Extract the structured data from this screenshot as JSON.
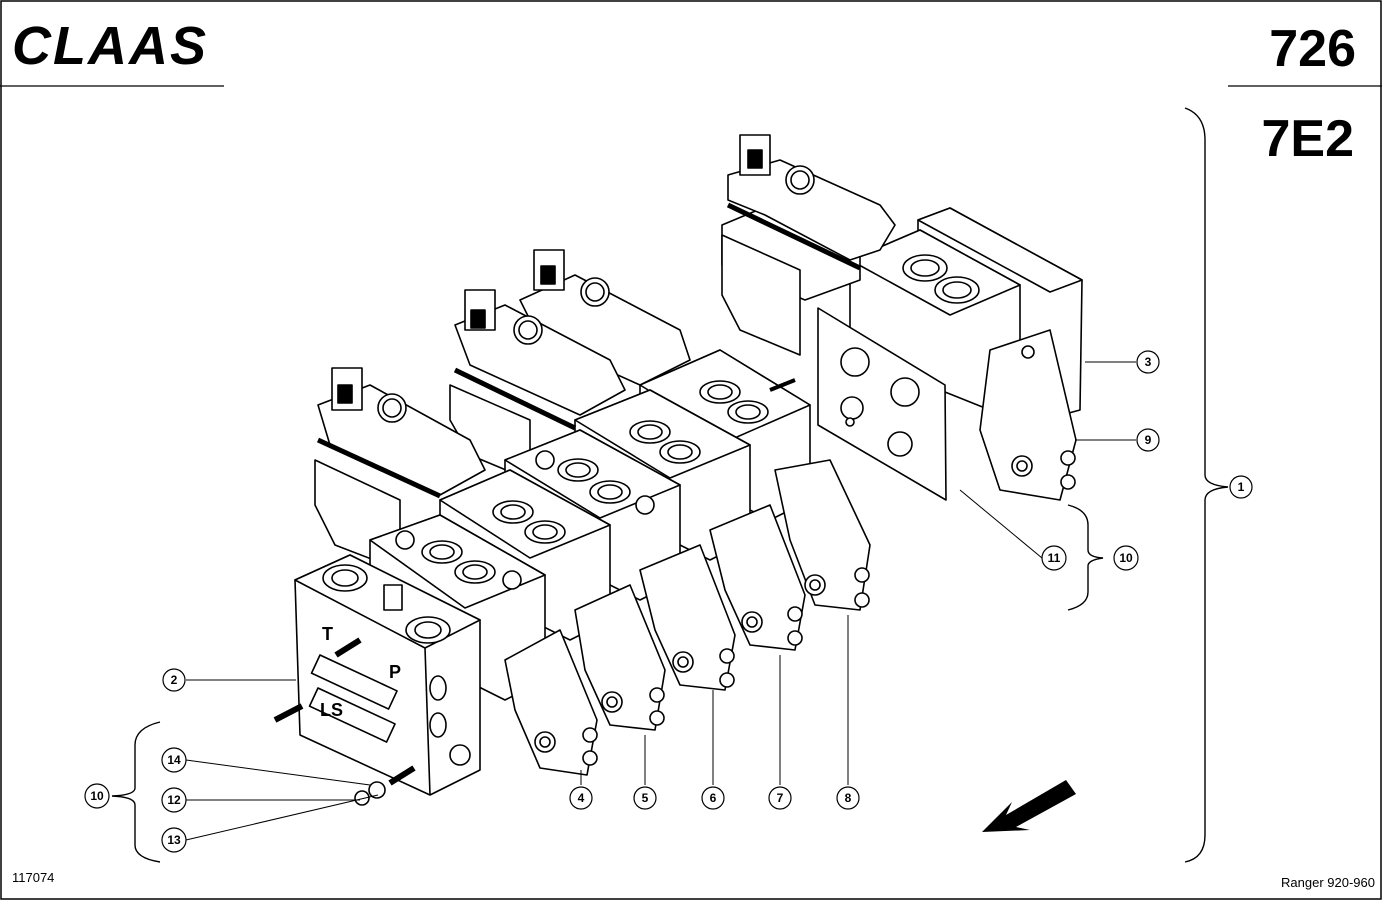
{
  "header": {
    "brand": "CLAAS",
    "page_number": "726",
    "section_code": "7E2"
  },
  "footer": {
    "figure_id": "117074",
    "model": "Ranger 920-960"
  },
  "valve_letters": {
    "t": "T",
    "p": "P",
    "ls": "LS"
  },
  "callouts": [
    "1",
    "2",
    "3",
    "4",
    "5",
    "6",
    "7",
    "8",
    "9",
    "10",
    "10",
    "11",
    "12",
    "13",
    "14"
  ],
  "icons": {
    "direction_arrow": "arrow-down-left-icon"
  }
}
